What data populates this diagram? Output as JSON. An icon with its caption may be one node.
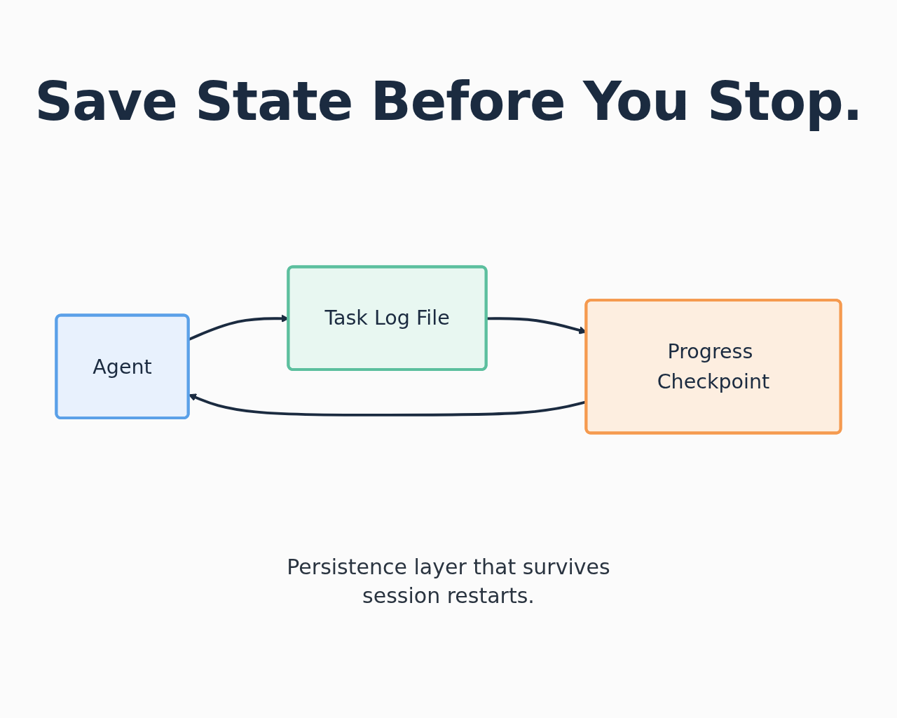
{
  "diagram": {
    "title": "Save State Before You Stop.",
    "nodes": [
      {
        "text": [
          "Agent"
        ]
      },
      {
        "text": [
          "Task Log File"
        ]
      },
      {
        "text": [
          "Progress Checkpoint"
        ]
      }
    ],
    "edges": [
      {
        "from": 0,
        "to": 1,
        "arrow": "to"
      },
      {
        "from": 1,
        "to": 2,
        "arrow": "to"
      },
      {
        "from": 2,
        "to": 0,
        "arrow": "to"
      }
    ],
    "caption": "Persistence layer that survives session restarts."
  }
}
